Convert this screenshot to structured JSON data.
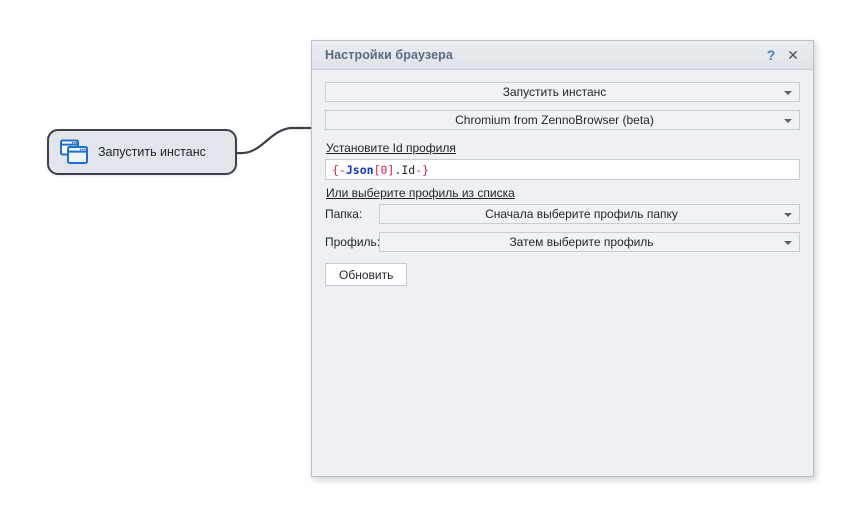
{
  "canvas": {
    "node": {
      "label": "Запустить инстанс",
      "icon": "browser-windows-icon",
      "border_color": "#3c4149",
      "fill_color": "#e2e6ec"
    },
    "connector": {
      "name": "node-to-dialog-connector",
      "color": "#3c4149"
    },
    "background_color": "#ffffff"
  },
  "dialog": {
    "title": "Настройки браузера",
    "help_glyph": "?",
    "close_glyph": "✕",
    "help_color": "#4a7ebb",
    "title_color": "#5b6c82",
    "background_color": "#eef0f4",
    "action_combo": {
      "value": "Запустить инстанс"
    },
    "browser_combo": {
      "value": "Chromium from ZennoBrowser (beta)"
    },
    "profile_id": {
      "label": "Установите Id профиля",
      "value_tokens": [
        {
          "text": "{",
          "type": "brace"
        },
        {
          "text": "-",
          "type": "dash"
        },
        {
          "text": "Json",
          "type": "name"
        },
        {
          "text": "[",
          "type": "brk"
        },
        {
          "text": "0",
          "type": "num"
        },
        {
          "text": "]",
          "type": "brk"
        },
        {
          "text": ".Id",
          "type": "prop"
        },
        {
          "text": "-",
          "type": "dash"
        },
        {
          "text": "}",
          "type": "brace"
        }
      ],
      "value_plain": "{-Json[0].Id-}"
    },
    "list_label": "Или выберите профиль из списка",
    "folder_row": {
      "label": "Папка:",
      "value": "Сначала выберите профиль папку"
    },
    "profile_row": {
      "label": "Профиль:",
      "value": "Затем выберите профиль"
    },
    "refresh_button": {
      "label": "Обновить"
    }
  }
}
